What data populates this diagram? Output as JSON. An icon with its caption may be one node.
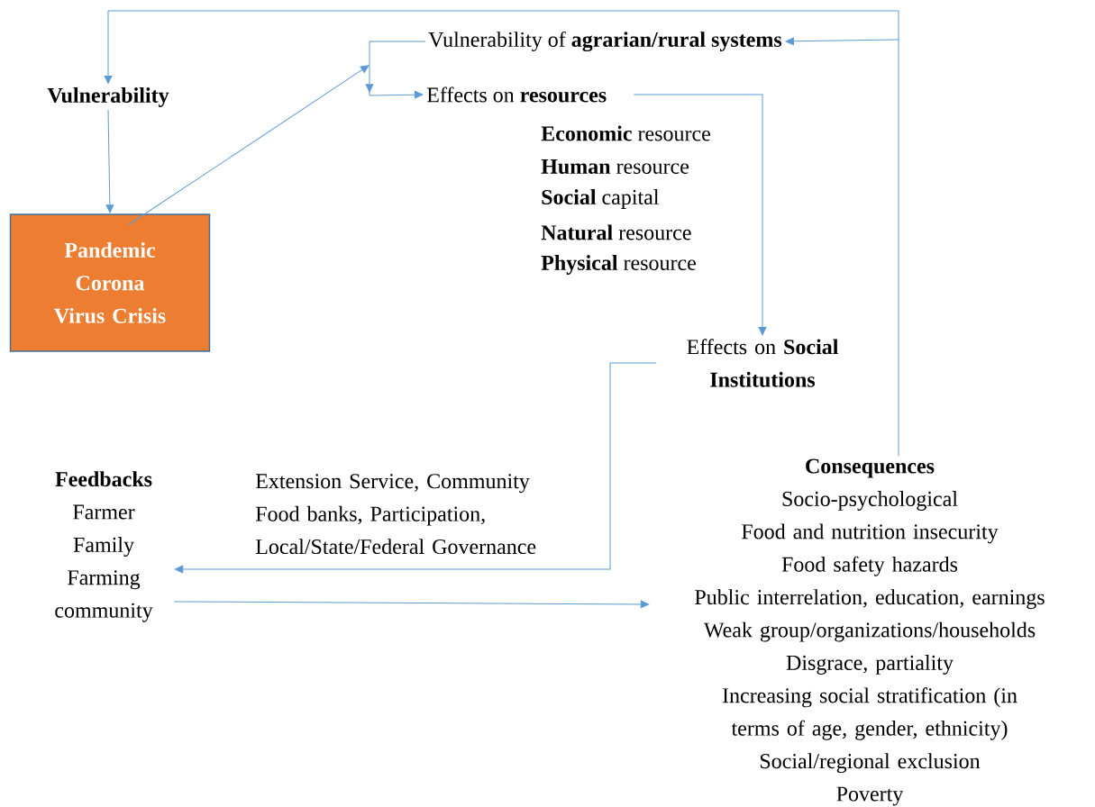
{
  "diagram": {
    "nodes": [
      {
        "text": [
          "Vulnerability"
        ]
      },
      {
        "text": [
          "Pandemic Corona Virus Crisis"
        ]
      },
      {
        "text": [
          "Vulnerability of **agrarian/rural systems**"
        ]
      },
      {
        "text": [
          "Effects on **resources**"
        ]
      },
      {
        "text": [
          "Effects on **Social Institutions**"
        ]
      },
      {
        "text": [
          "Feedbacks",
          "Farmer",
          "Family",
          "Farming community"
        ]
      },
      {
        "text": [
          "Consequences",
          "Socio-psychological",
          "Food and nutrition insecurity",
          "Food safety hazards",
          "Public interrelation, education, earnings",
          "Weak group/organizations/households",
          "Disgrace, partiality",
          "Increasing social stratification (in terms of age, gender, ethnicity)",
          "Social/regional exclusion",
          "Poverty"
        ]
      }
    ],
    "edges": [
      {
        "from": 0,
        "to": 1,
        "arrow": "to"
      },
      {
        "from": 1,
        "to": null,
        "arrow": "to"
      },
      {
        "from": 2,
        "to": 3,
        "arrow": "to"
      },
      {
        "from": 3,
        "to": 4,
        "arrow": "to"
      },
      {
        "from": 4,
        "to": 5,
        "arrow": "to",
        "label": "Extension Service, Community Food banks, Participation, Local/State/Federal Governance"
      },
      {
        "from": 5,
        "to": 6,
        "arrow": "to"
      },
      {
        "from": 6,
        "to": 2,
        "arrow": "to"
      },
      {
        "from": 6,
        "to": 0,
        "arrow": "to"
      }
    ],
    "labels": [
      "**Economic** resource",
      "**Human** resource",
      "**Social** capital",
      "**Natural** resource",
      "**Physical** resource"
    ]
  }
}
